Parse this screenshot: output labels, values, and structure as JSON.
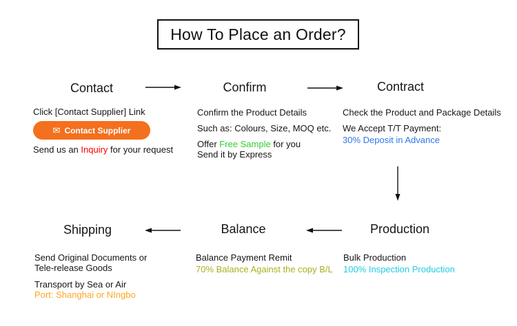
{
  "title": "How To Place an Order?",
  "icons": {
    "envelope": "✉"
  },
  "colors": {
    "button_orange": "#f3701e",
    "highlight_red": "#ff0000",
    "highlight_green": "#33cc33",
    "highlight_blue": "#2e78e8",
    "highlight_cyan": "#22cce2",
    "highlight_olive": "#a8b020",
    "highlight_orange": "#ffa522",
    "arrow_black": "#111111"
  },
  "steps": {
    "contact": {
      "heading": "Contact",
      "line1": "Click [Contact Supplier] Link",
      "button_label": "Contact Supplier",
      "line2_pre": "Send us an ",
      "line2_highlight": "Inquiry",
      "line2_post": " for your request"
    },
    "confirm": {
      "heading": "Confirm",
      "line1": "Confirm the Product Details",
      "line2": "Such as: Colours, Size, MOQ etc.",
      "line3_pre": "Offer ",
      "line3_highlight": "Free Sample",
      "line3_post": " for you",
      "line4": "Send it by Express"
    },
    "contract": {
      "heading": "Contract",
      "line1": "Check the Product and Package Details",
      "line2": "We Accept T/T Payment:",
      "line3": "30% Deposit in Advance"
    },
    "production": {
      "heading": "Production",
      "line1": "Bulk Production",
      "line2": "100% Inspection Production"
    },
    "balance": {
      "heading": "Balance",
      "line1": "Balance Payment Remit",
      "line2": "70% Balance Against the copy B/L"
    },
    "shipping": {
      "heading": "Shipping",
      "line1": "Send Original Documents or",
      "line2": "Tele-release Goods",
      "line3": "Transport by Sea or Air",
      "line4": "Port: Shanghai or NIngbo"
    }
  }
}
